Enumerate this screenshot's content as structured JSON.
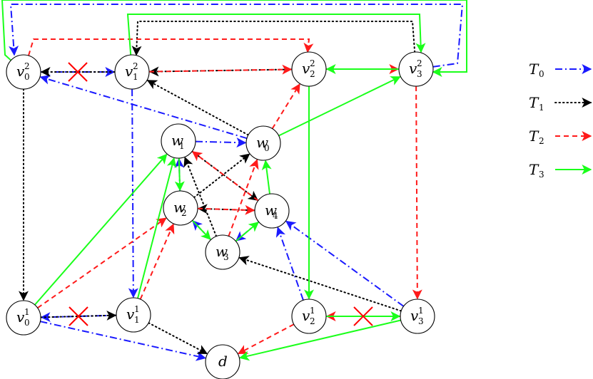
{
  "colors": {
    "T0": "#1a1aff",
    "T1": "#000000",
    "T2": "#ff1a1a",
    "T3": "#1aff1a",
    "cross": "#ff0000"
  },
  "legend": [
    {
      "key": "T0",
      "base": "T",
      "sub": "0",
      "style": "dashdot"
    },
    {
      "key": "T1",
      "base": "T",
      "sub": "1",
      "style": "dotted"
    },
    {
      "key": "T2",
      "base": "T",
      "sub": "2",
      "style": "dashed"
    },
    {
      "key": "T3",
      "base": "T",
      "sub": "3",
      "style": "solid"
    }
  ],
  "nodes": [
    {
      "id": "v02",
      "base": "v",
      "sub": "0",
      "sup": "2"
    },
    {
      "id": "v12",
      "base": "v",
      "sub": "1",
      "sup": "2"
    },
    {
      "id": "v22",
      "base": "v",
      "sub": "2",
      "sup": "2"
    },
    {
      "id": "v32",
      "base": "v",
      "sub": "3",
      "sup": "2"
    },
    {
      "id": "w1",
      "base": "w",
      "sub": "1",
      "sup": ""
    },
    {
      "id": "w0",
      "base": "w",
      "sub": "0",
      "sup": ""
    },
    {
      "id": "w2",
      "base": "w",
      "sub": "2",
      "sup": ""
    },
    {
      "id": "w4",
      "base": "w",
      "sub": "4",
      "sup": ""
    },
    {
      "id": "w3",
      "base": "w",
      "sub": "3",
      "sup": ""
    },
    {
      "id": "v01",
      "base": "v",
      "sub": "0",
      "sup": "1"
    },
    {
      "id": "v11",
      "base": "v",
      "sub": "1",
      "sup": "1"
    },
    {
      "id": "v21",
      "base": "v",
      "sub": "2",
      "sup": "1"
    },
    {
      "id": "v31",
      "base": "v",
      "sub": "3",
      "sup": "1"
    },
    {
      "id": "d",
      "base": "d",
      "sub": "",
      "sup": ""
    }
  ],
  "edges": [
    {
      "tree": "T0",
      "from": "v02",
      "to": "v12"
    },
    {
      "tree": "T0",
      "from": "w0",
      "to": "v02"
    },
    {
      "tree": "T0",
      "from": "v32",
      "to": "v02",
      "route": "top-outer"
    },
    {
      "tree": "T0",
      "from": "v12",
      "to": "v11"
    },
    {
      "tree": "T0",
      "from": "w1",
      "to": "w0"
    },
    {
      "tree": "T0",
      "from": "w2",
      "to": "w1"
    },
    {
      "tree": "T0",
      "from": "w3",
      "to": "w2"
    },
    {
      "tree": "T0",
      "from": "w4",
      "to": "w3"
    },
    {
      "tree": "T0",
      "from": "v21",
      "to": "w4"
    },
    {
      "tree": "T0",
      "from": "v31",
      "to": "w4"
    },
    {
      "tree": "T0",
      "from": "v11",
      "to": "v01"
    },
    {
      "tree": "T0",
      "from": "v01",
      "to": "d"
    },
    {
      "tree": "T1",
      "from": "v12",
      "to": "v02"
    },
    {
      "tree": "T1",
      "from": "v22",
      "to": "v12"
    },
    {
      "tree": "T1",
      "from": "w0",
      "to": "v12"
    },
    {
      "tree": "T1",
      "from": "v32",
      "to": "v12",
      "route": "top-inner"
    },
    {
      "tree": "T1",
      "from": "v02",
      "to": "v01"
    },
    {
      "tree": "T1",
      "from": "v01",
      "to": "v11"
    },
    {
      "tree": "T1",
      "from": "v11",
      "to": "d"
    },
    {
      "tree": "T1",
      "from": "w1",
      "to": "w4"
    },
    {
      "tree": "T1",
      "from": "w4",
      "to": "w2"
    },
    {
      "tree": "T1",
      "from": "w3",
      "to": "w1"
    },
    {
      "tree": "T1",
      "from": "w2",
      "to": "w0"
    },
    {
      "tree": "T1",
      "from": "v31",
      "to": "w3"
    },
    {
      "tree": "T2",
      "from": "v12",
      "to": "v22"
    },
    {
      "tree": "T2",
      "from": "v22",
      "to": "v32"
    },
    {
      "tree": "T2",
      "from": "v02",
      "to": "v22",
      "route": "top-mid"
    },
    {
      "tree": "T2",
      "from": "w0",
      "to": "v22"
    },
    {
      "tree": "T2",
      "from": "v32",
      "to": "v31"
    },
    {
      "tree": "T2",
      "from": "v31",
      "to": "v21"
    },
    {
      "tree": "T2",
      "from": "v21",
      "to": "d"
    },
    {
      "tree": "T2",
      "from": "v01",
      "to": "w2"
    },
    {
      "tree": "T2",
      "from": "v11",
      "to": "w2"
    },
    {
      "tree": "T2",
      "from": "w2",
      "to": "w4"
    },
    {
      "tree": "T2",
      "from": "w4",
      "to": "w1"
    },
    {
      "tree": "T2",
      "from": "w3",
      "to": "w0"
    },
    {
      "tree": "T3",
      "from": "v32",
      "to": "v22"
    },
    {
      "tree": "T3",
      "from": "v02",
      "to": "v32",
      "route": "outer-left"
    },
    {
      "tree": "T3",
      "from": "v12",
      "to": "v32",
      "route": "top-green"
    },
    {
      "tree": "T3",
      "from": "w0",
      "to": "v32"
    },
    {
      "tree": "T3",
      "from": "v22",
      "to": "v21"
    },
    {
      "tree": "T3",
      "from": "v21",
      "to": "v31"
    },
    {
      "tree": "T3",
      "from": "v31",
      "to": "d"
    },
    {
      "tree": "T3",
      "from": "v01",
      "to": "w1"
    },
    {
      "tree": "T3",
      "from": "v11",
      "to": "w1"
    },
    {
      "tree": "T3",
      "from": "w1",
      "to": "w2"
    },
    {
      "tree": "T3",
      "from": "w2",
      "to": "w3"
    },
    {
      "tree": "T3",
      "from": "w3",
      "to": "w4"
    },
    {
      "tree": "T3",
      "from": "w4",
      "to": "w0"
    }
  ],
  "removed_edges": [
    {
      "between": [
        "v02",
        "v12"
      ]
    },
    {
      "between": [
        "v01",
        "v11"
      ]
    },
    {
      "between": [
        "v21",
        "v31"
      ]
    }
  ]
}
